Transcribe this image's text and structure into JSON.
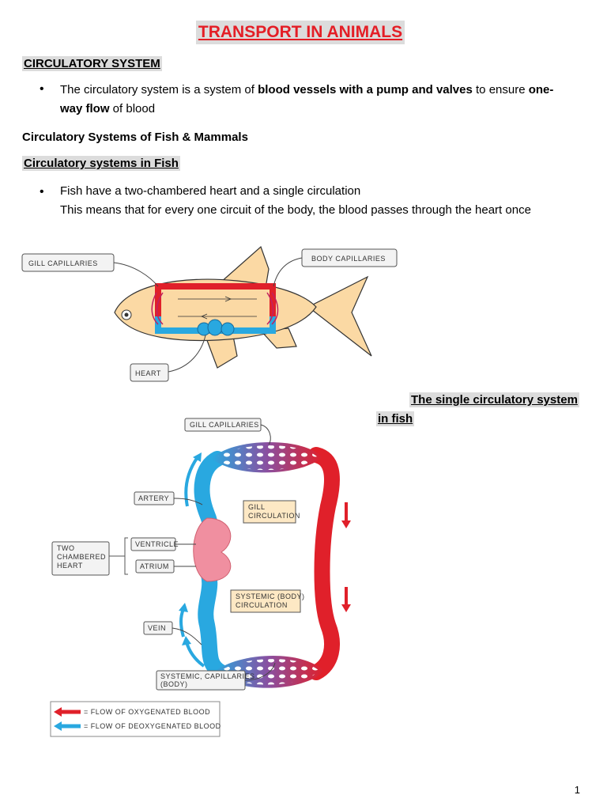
{
  "document": {
    "title": "TRANSPORT IN ANIMALS",
    "section_heading": "CIRCULATORY SYSTEM",
    "para1": {
      "part1": "The circulatory system is a system of ",
      "bold1": "blood vessels with a pump and valves",
      "part2": " to ensure ",
      "bold2_line1": "one-",
      "bold2_line2": "way flow",
      "part3": " of blood"
    },
    "subheading": "Circulatory Systems of Fish & Mammals",
    "fish_heading": "Circulatory systems in Fish",
    "para2_line1": "Fish have a two-chambered heart and a single circulation",
    "para2_line2": "This means that for every one circuit of the body, the blood passes through the heart once",
    "caption_line1": "The single circulatory system ",
    "caption_line2": "in fish",
    "page_number": "1"
  },
  "fish_diagram": {
    "gill_capillaries": "GILL  CAPILLARIES",
    "body_capillaries": "BODY  CAPILLARIES",
    "heart": "HEART"
  },
  "circulation_diagram": {
    "gill_capillaries": "GILL  CAPILLARIES",
    "artery": "ARTERY",
    "ventricle": "VENTRICLE",
    "atrium": "ATRIUM",
    "two_chambered_heart": [
      "TWO",
      "CHAMBERED",
      "HEART"
    ],
    "gill_circulation": [
      "GILL",
      "CIRCULATION"
    ],
    "systemic_circulation": [
      "SYSTEMIC  (BODY)",
      "CIRCULATION"
    ],
    "vein": "VEIN",
    "systemic_capillaries": [
      "SYSTEMIC,  CAPILLARIES",
      "(BODY)"
    ]
  },
  "legend": {
    "oxygenated": "= FLOW  OF  OXYGENATED  BLOOD",
    "deoxygenated": "= FLOW  OF  DEOXYGENATED  BLOOD"
  },
  "colors": {
    "title_red": "#e41e26",
    "oxygenated_red": "#e0202a",
    "deoxygenated_blue": "#29a8e0",
    "fish_body": "#fbd9a4",
    "heart_pink": "#f08fa0"
  }
}
